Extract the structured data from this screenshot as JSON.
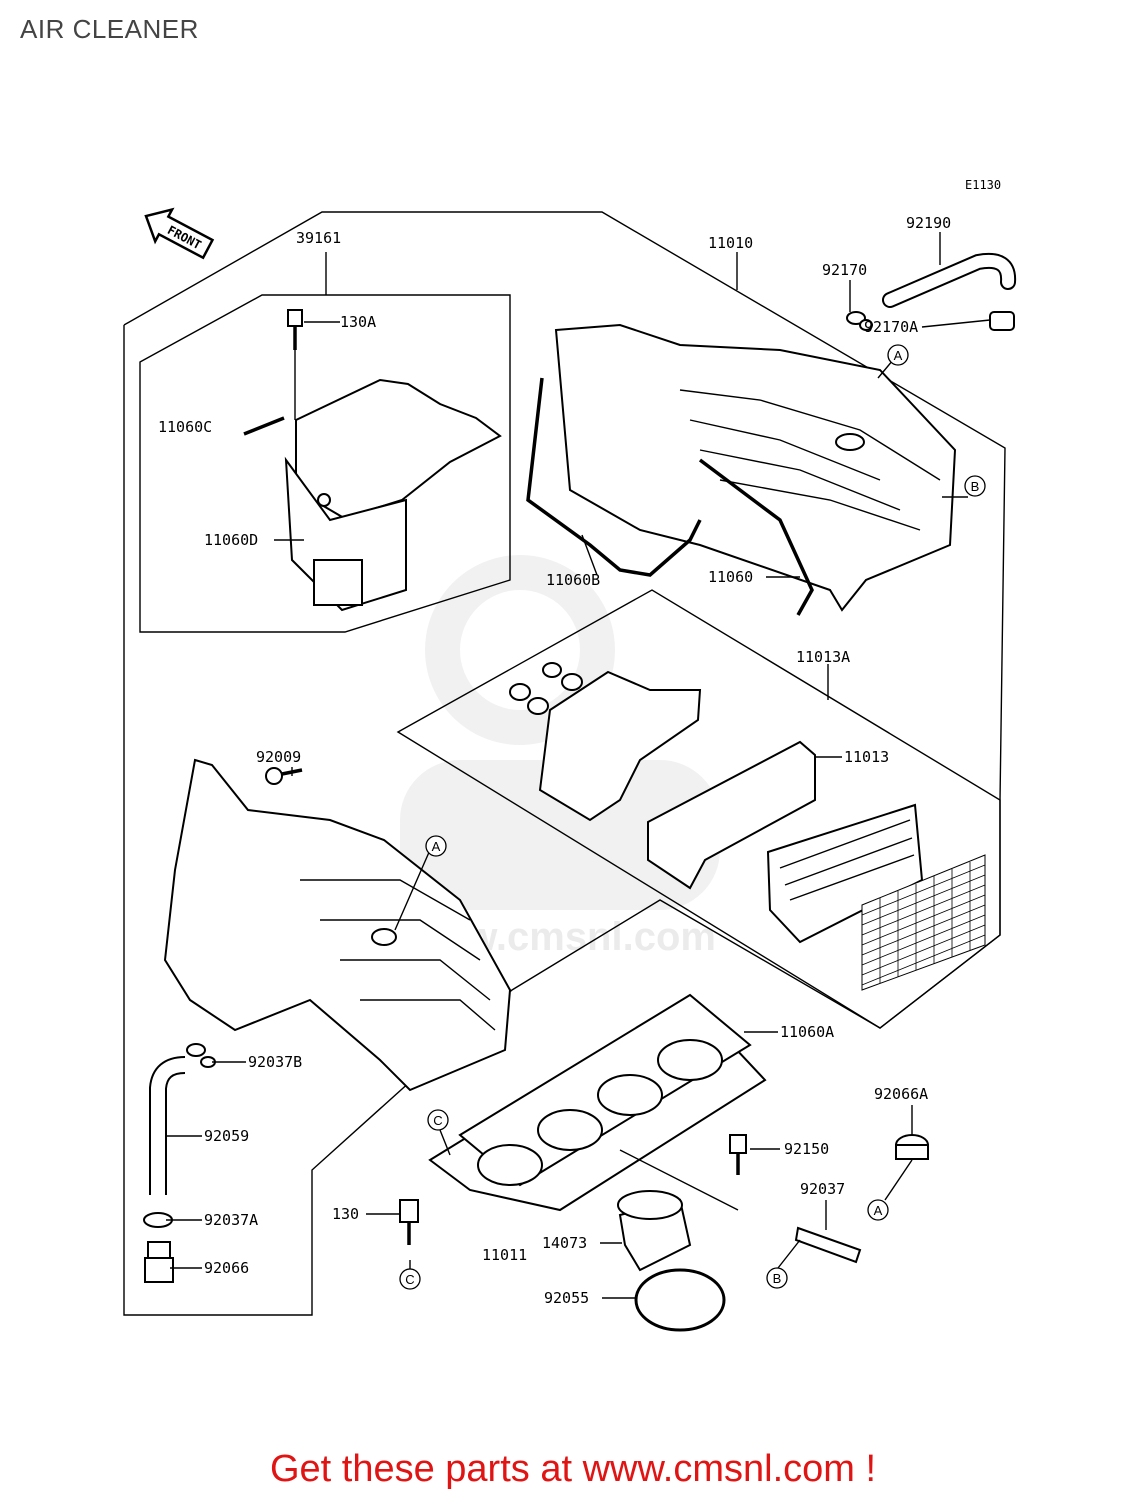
{
  "title": "AIR CLEANER",
  "diagram_code": "E1130",
  "front_label": "FRONT",
  "watermark": "www.cmsnl.com",
  "callouts": [
    {
      "id": "39161",
      "text": "39161"
    },
    {
      "id": "130A",
      "text": "130A"
    },
    {
      "id": "11060C",
      "text": "11060C"
    },
    {
      "id": "11060D",
      "text": "11060D"
    },
    {
      "id": "11010",
      "text": "11010"
    },
    {
      "id": "92170",
      "text": "92170"
    },
    {
      "id": "92190",
      "text": "92190"
    },
    {
      "id": "92170A",
      "text": "92170A"
    },
    {
      "id": "11060B",
      "text": "11060B"
    },
    {
      "id": "11060",
      "text": "11060"
    },
    {
      "id": "11013A",
      "text": "11013A"
    },
    {
      "id": "92009",
      "text": "92009"
    },
    {
      "id": "11013",
      "text": "11013"
    },
    {
      "id": "11060A",
      "text": "11060A"
    },
    {
      "id": "92037B",
      "text": "92037B"
    },
    {
      "id": "92059",
      "text": "92059"
    },
    {
      "id": "92066A",
      "text": "92066A"
    },
    {
      "id": "92150",
      "text": "92150"
    },
    {
      "id": "92037",
      "text": "92037"
    },
    {
      "id": "92037A",
      "text": "92037A"
    },
    {
      "id": "130",
      "text": "130"
    },
    {
      "id": "14073",
      "text": "14073"
    },
    {
      "id": "11011",
      "text": "11011"
    },
    {
      "id": "92066",
      "text": "92066"
    },
    {
      "id": "92055",
      "text": "92055"
    }
  ],
  "refs": {
    "a": "A",
    "b": "B",
    "c": "C"
  },
  "footer": "Get these parts at www.cmsnl.com !"
}
